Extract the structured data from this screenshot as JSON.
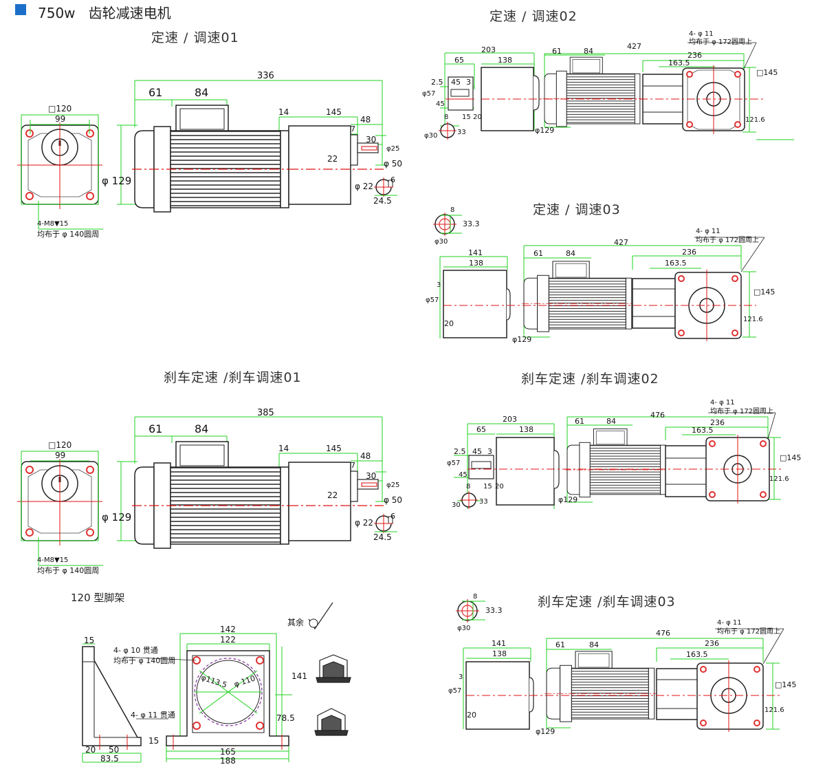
{
  "header": {
    "power": "750w",
    "title": "齿轮减速电机",
    "accent": "#1b6fc9"
  },
  "colors": {
    "dim_line": "#1fd11f",
    "center": "#e01010",
    "outline": "#222222",
    "hole": "#e03030"
  },
  "sections": {
    "s1": "定速 / 调速01",
    "s2": "定速 / 调速02",
    "s3": "定速 / 调速03",
    "s4": "刹车定速 /刹车调速01",
    "s5": "刹车定速 /刹车调速02",
    "s6": "刹车定速 /刹车调速03",
    "s7": "120 型脚架"
  },
  "d1": {
    "sq": "□120",
    "w99": "99",
    "d129": "φ 129",
    "note1": "4-M8▼15",
    "note2": "均布于 φ 140圆周",
    "a61": "61",
    "a84": "84",
    "total": "336",
    "a14": "14",
    "a145": "145",
    "a48": "48",
    "a7": "7",
    "a30": "30",
    "d25": "φ25",
    "a22": "22",
    "d50": "φ 50",
    "d22": "φ 22",
    "a6": "6",
    "a24": "24.5"
  },
  "d4": {
    "sq": "□120",
    "w99": "99",
    "d129": "φ 129",
    "note1": "4-M8▼15",
    "note2": "均布于 φ 140圆周",
    "a61": "61",
    "a84": "84",
    "total": "385",
    "a14": "14",
    "a145": "145",
    "a48": "48",
    "a7": "7",
    "a30": "30",
    "d25": "φ25",
    "a22": "22",
    "d50": "φ 50",
    "d22": "φ 22",
    "a6": "6",
    "a24": "24.5"
  },
  "d2": {
    "a203": "203",
    "a65": "65",
    "a138": "138",
    "a25": "2.5",
    "a45": "45",
    "a3": "3",
    "d57": "φ57",
    "a45b": "45",
    "a8": "8",
    "a15": "15",
    "a20": "20",
    "d30": "φ30",
    "a33": "33",
    "a61": "61",
    "a84": "84",
    "a427": "427",
    "n1": "4- φ 11",
    "n2": "均布于 φ 172圆周上",
    "a236": "236",
    "a1635": "163.5",
    "sq145": "□145",
    "a1216": "121.6",
    "d129": "φ129"
  },
  "d3": {
    "a8": "8",
    "a333": "33.3",
    "d30": "φ30",
    "a141": "141",
    "a138": "138",
    "a3": "3",
    "d57": "φ57",
    "a20": "20",
    "a61": "61",
    "a84": "84",
    "a427": "427",
    "n1": "4- φ 11",
    "n2": "均布于 φ 172圆周上",
    "a236": "236",
    "a1635": "163.5",
    "sq145": "□145",
    "a1216": "121.6",
    "d129": "φ129"
  },
  "d5": {
    "a203": "203",
    "a65": "65",
    "a138": "138",
    "a25": "2.5",
    "a45": "45",
    "a3": "3",
    "d57": "φ57",
    "a45b": "45",
    "a8": "8",
    "a15": "15",
    "a20": "20",
    "d30": "30",
    "a33": "33",
    "a61": "61",
    "a84": "84",
    "a476": "476",
    "n1": "4- φ 11",
    "n2": "均布于 φ 172圆周上",
    "a236": "236",
    "a1635": "163.5",
    "sq145": "□145",
    "a1216": "121.6",
    "d129": "φ129"
  },
  "d6": {
    "a8": "8",
    "a333": "33.3",
    "d30": "φ30",
    "a141": "141",
    "a138": "138",
    "a3": "3",
    "d57": "φ57",
    "a20": "20",
    "a61": "61",
    "a84": "84",
    "a476": "476",
    "n1": "4- φ 11",
    "n2": "均布于 φ 172圆周上",
    "a236": "236",
    "a1635": "163.5",
    "sq145": "□145",
    "a1216": "121.6",
    "d129": "φ129"
  },
  "d7": {
    "a15": "15",
    "n1": "4- φ 10 贯通",
    "n2": "均布于 φ 140圆周",
    "a142": "142",
    "a122": "122",
    "d1135": "φ113.5",
    "d110": "φ 110",
    "a141": "141",
    "n3": "4- φ 11 贯通",
    "a785": "78.5",
    "a15b": "15",
    "a20": "20",
    "a50": "50",
    "a835": "83.5",
    "a165": "165",
    "a188": "188",
    "rest": "其余"
  }
}
